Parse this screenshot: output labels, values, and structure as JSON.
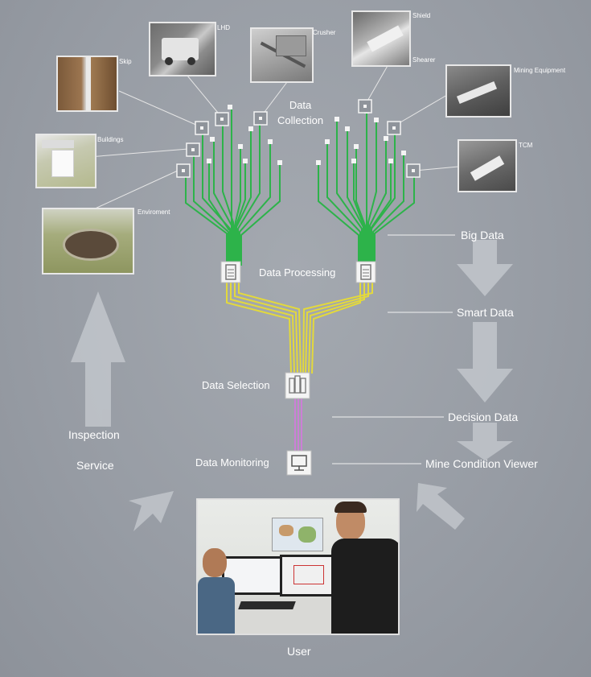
{
  "labels": {
    "data_collection": "Data Collection",
    "data_collection_line1": "Data",
    "data_collection_line2": "Collection",
    "data_processing": "Data Processing",
    "data_selection": "Data Selection",
    "data_monitoring": "Data Monitoring",
    "big_data": "Big Data",
    "smart_data": "Smart Data",
    "decision_data": "Decision Data",
    "mine_condition_viewer": "Mine Condition Viewer",
    "inspection": "Inspection",
    "service": "Service",
    "user": "User"
  },
  "thumbnails": {
    "lhd": "LHD",
    "crusher": "Crusher",
    "shield": "Shield",
    "shearer": "Shearer",
    "skip": "Skip",
    "mining_equipment": "Mining Equipment",
    "buildings": "Buildings",
    "tcm": "TCM",
    "environment": "Enviroment"
  },
  "colors": {
    "background": "#9a9fa6",
    "big_data_wires": "#2db34a",
    "smart_data_wires": "#e3d93c",
    "decision_data_wires": "#cc7fd6",
    "connector_lines": "#e6e6e6",
    "arrows": "#c7cbd0"
  }
}
